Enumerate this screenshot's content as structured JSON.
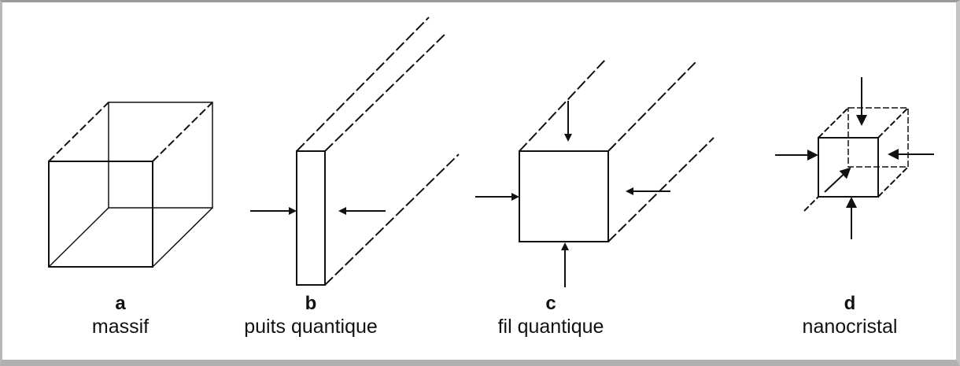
{
  "panels": [
    {
      "letter": "a",
      "name": "massif"
    },
    {
      "letter": "b",
      "name": "puits quantique"
    },
    {
      "letter": "c",
      "name": "fil quantique"
    },
    {
      "letter": "d",
      "name": "nanocristal"
    }
  ],
  "colors": {
    "line": "#111111",
    "background": "#ffffff",
    "frame": "#b0b0b0"
  }
}
